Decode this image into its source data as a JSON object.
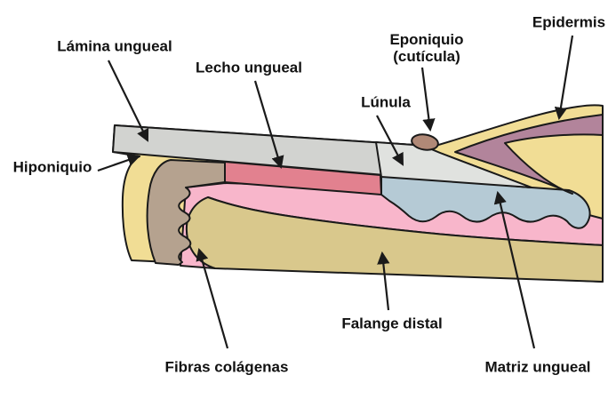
{
  "diagram": {
    "subject": "nail-anatomy-cross-section",
    "labels": {
      "lamina": "Lámina ungueal",
      "lecho": "Lecho ungueal",
      "eponiquio_line1": "Eponiquio",
      "eponiquio_line2": "(cutícula)",
      "epidermis": "Epidermis",
      "lunula": "Lúnula",
      "hiponiquio": "Hiponiquio",
      "fibras": "Fibras colágenas",
      "falange": "Falange distal",
      "matriz": "Matriz ungueal"
    },
    "colors": {
      "background": "#ffffff",
      "outline": "#1a1a1a",
      "label_text": "#111111",
      "epidermis_yellow": "#f1dd95",
      "nail_plate_gray": "#d2d3d0",
      "lunula_gray": "#e0e2df",
      "nail_bed_rose": "#e2818f",
      "matrix_blue": "#b5cad5",
      "soft_tissue_pink": "#f8b6cb",
      "bone_tan": "#d9c88c",
      "fold_dermis_purple": "#b2849b",
      "tip_band_brown": "#b5a28f",
      "cuticle_brown": "#b08977"
    }
  }
}
